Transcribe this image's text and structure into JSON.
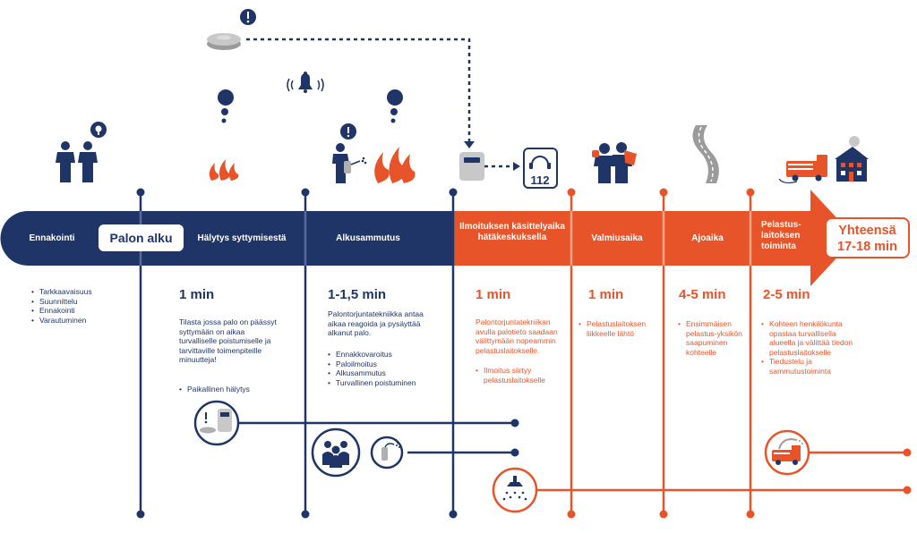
{
  "colors": {
    "navy": "#1f3567",
    "orange": "#e8542a",
    "light_orange": "#f5a48a",
    "gray": "#c8c8c8"
  },
  "icons": [
    "warning-icon",
    "smoke-detector-icon",
    "alarm-bell-icon",
    "thought-bubble-icon",
    "people-icon",
    "flame-icon",
    "fire-extinguisher-icon",
    "alarm-panel-icon",
    "headset-112-icon",
    "firefighters-icon",
    "road-icon",
    "fire-truck-icon",
    "building-icon",
    "group-icon",
    "sprinkler-icon"
  ],
  "stages": {
    "ennakointi": {
      "label": "Ennakointi",
      "items": [
        "Tarkkaavaisuus",
        "Suunnittelu",
        "Ennakointi",
        "Varautuminen"
      ]
    },
    "palon_alku": "Palon alku",
    "halytys": {
      "label": "Hälytys syttymisestä",
      "duration": "1 min",
      "text": "Tilasta jossa palo on päässyt syttymään on aikaa turvalliselle poistumiselle ja tarvittaville toimenpiteille minuutteja!",
      "items": [
        "Paikallinen hälytys"
      ]
    },
    "alkusammutus": {
      "label": "Alkusammutus",
      "duration": "1-1,5 min",
      "text": "Palontorjuntatekniikka antaa aikaa reagoida ja pysäyttää alkanut palo.",
      "items": [
        "Ennakkovaroitus",
        "Paloilmoitus",
        "Alkusammutus",
        "Turvallinen poistuminen"
      ]
    },
    "ilmoitus": {
      "label": "Ilmoituksen käsittelyaika hätäkeskuksella",
      "duration": "1 min",
      "text": "Palontorjuntatekniikan avulla palotieto saadaan välittymään nopeammin pelastuslaitokselle.",
      "items": [
        "Ilmoitus siirtyy pelastuslaitokselle"
      ]
    },
    "valmius": {
      "label": "Valmiusaika",
      "duration": "1 min",
      "items": [
        "Pelastuslaitoksen liikkeelle lähtö"
      ]
    },
    "ajoaika": {
      "label": "Ajoaika",
      "duration": "4-5 min",
      "items": [
        "Ensimmäisen pelastus-yksikön saapuminen kohteelle"
      ]
    },
    "pelastus": {
      "label": "Pelastus-laitoksen toiminta",
      "duration": "2-5 min",
      "items": [
        "Kohteen henkilökunta opastaa turvallisella alueella ja välittää tiedon pelastuslaitokselle",
        "Tiedustelu ja sammutustoiminta"
      ]
    }
  },
  "total": {
    "line1": "Yhteensä",
    "line2": "17-18 min"
  },
  "icon_text": {
    "emergency_number": "112"
  }
}
